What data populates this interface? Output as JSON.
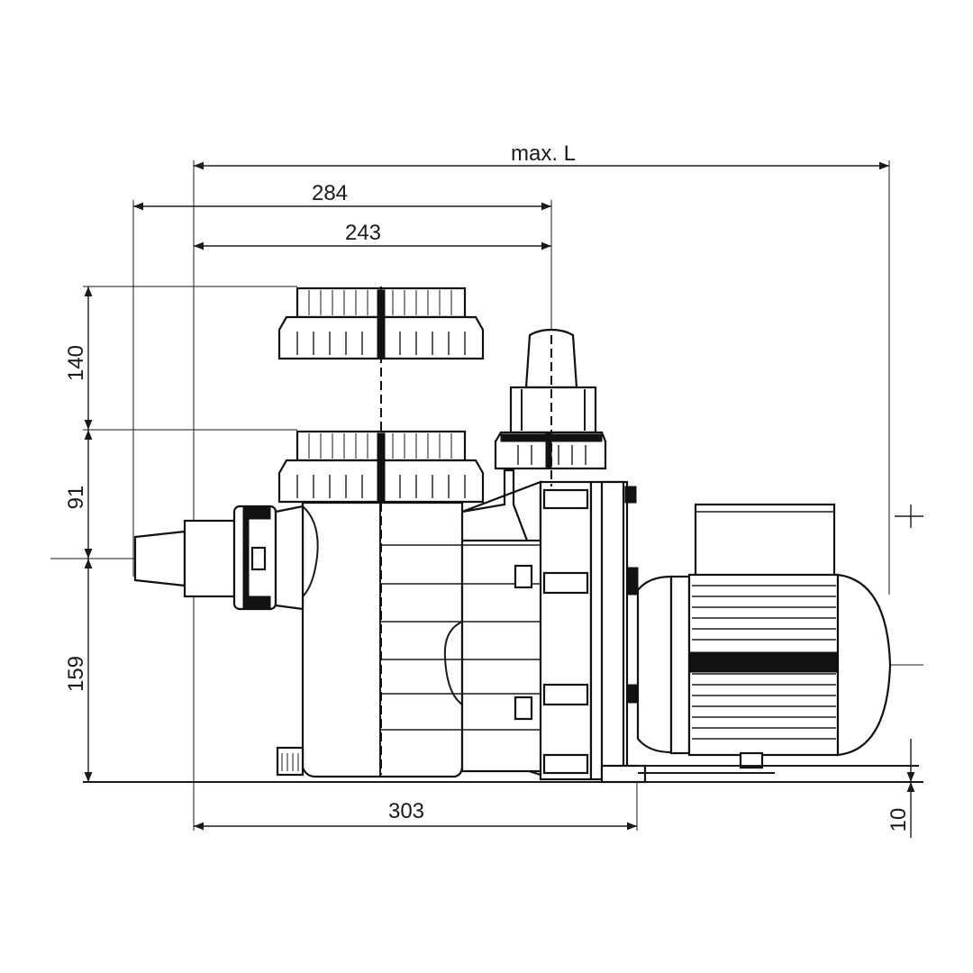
{
  "dimensions": {
    "max_length": "max. L",
    "width_284": "284",
    "width_243": "243",
    "width_303": "303",
    "height_140": "140",
    "height_91": "91",
    "height_159": "159",
    "height_10": "10"
  },
  "colors": {
    "line": "#1a1a1a",
    "background": "#ffffff"
  }
}
